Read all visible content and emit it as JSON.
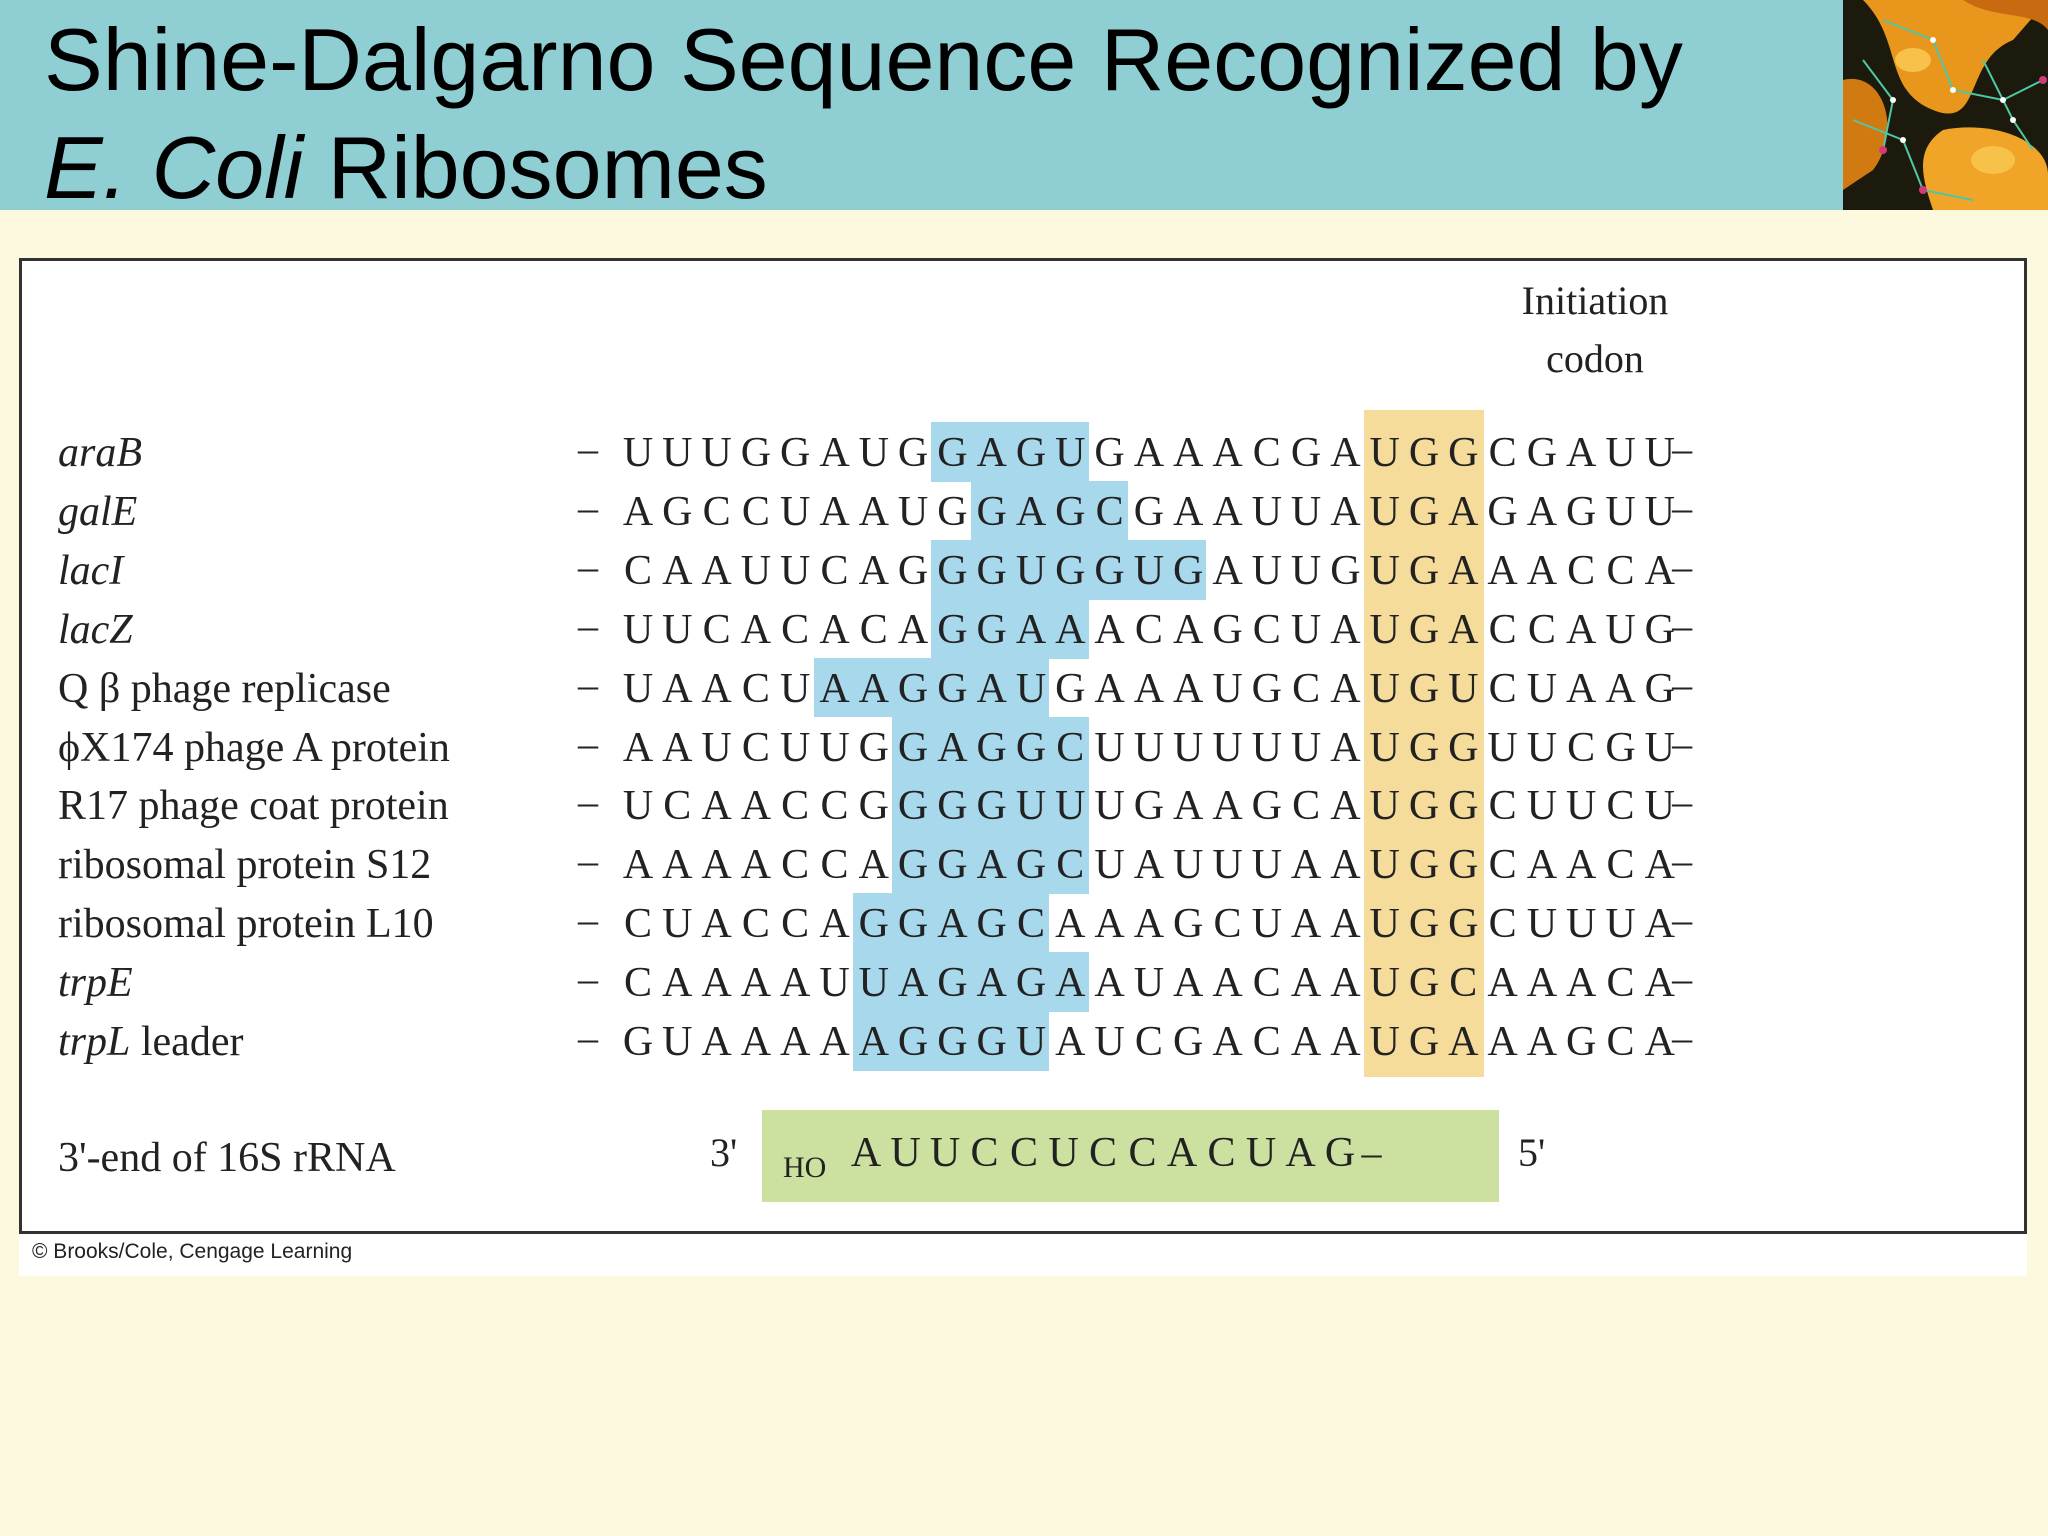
{
  "slide": {
    "title_line1": "Shine-Dalgarno Sequence Recognized by",
    "title_italic": "E. Coli",
    "title_rest": " Ribosomes",
    "credit": "© Brooks/Cole, Cengage Learning"
  },
  "figure": {
    "initiation_line1": "Initiation",
    "initiation_line2": "codon",
    "dash": "–",
    "rows": [
      {
        "label": "araB",
        "italic": true,
        "seq": "UUUGGAUGGAGUGAAACGAUGGCGAUU",
        "sd": [
          8,
          11
        ]
      },
      {
        "label": "galE",
        "italic": true,
        "seq": "AGCCUAAUGGAGCGAAUUAUGAGAGUU",
        "sd": [
          9,
          12
        ]
      },
      {
        "label": "lacI",
        "italic": true,
        "seq": "CAAUUCAGGGUGGUGAUUGUGAAACCA",
        "sd": [
          8,
          14
        ]
      },
      {
        "label": "lacZ",
        "italic": true,
        "seq": "UUCACACAGGAAACAGCUAUGACCAUG",
        "sd": [
          8,
          11
        ]
      },
      {
        "label": "Q β phage replicase",
        "italic": false,
        "seq": "UAACUAAGGAUGAAAUGCAUGUCUAAG",
        "sd": [
          5,
          10
        ]
      },
      {
        "label": "ϕX174 phage A protein",
        "italic": false,
        "seq": "AAUCUUGGAGGCUUUUUUAUGGUUCGU",
        "sd": [
          7,
          11
        ]
      },
      {
        "label": "R17 phage coat protein",
        "italic": false,
        "seq": "UCAACCGGGGUUUGAAGCAUGGCUUCU",
        "sd": [
          7,
          11
        ]
      },
      {
        "label": "ribosomal protein S12",
        "italic": false,
        "seq": "AAAACCAGGAGCUAUUUAAUGGCAACA",
        "sd": [
          7,
          11
        ]
      },
      {
        "label": "ribosomal protein L10",
        "italic": false,
        "seq": "CUACCAGGAGCAAAGCUAAUGGCUUUA",
        "sd": [
          6,
          10
        ]
      },
      {
        "label": "trpE",
        "italic": true,
        "seq": "CAAAAUUAGAGAAUAACAAUGCAAACA",
        "sd": [
          6,
          11
        ]
      },
      {
        "label": "trpL",
        "italic": true,
        "suffix": " leader",
        "seq": "GUAAAAAGGGUAUCGACAAUGAAAGCA",
        "sd": [
          6,
          10
        ]
      }
    ],
    "initiation_codon_range": [
      19,
      21
    ],
    "rrna": {
      "label": "3'-end of 16S rRNA",
      "three_prime": "3'",
      "ho": "HO",
      "seq": "AUUCCUCCACUAG",
      "end_dash": "–",
      "five_prime": "5'"
    },
    "colors": {
      "sd_highlight": "#a8d8ec",
      "codon_highlight": "#f6dc9a",
      "rrna_highlight": "#cce0a0"
    }
  }
}
